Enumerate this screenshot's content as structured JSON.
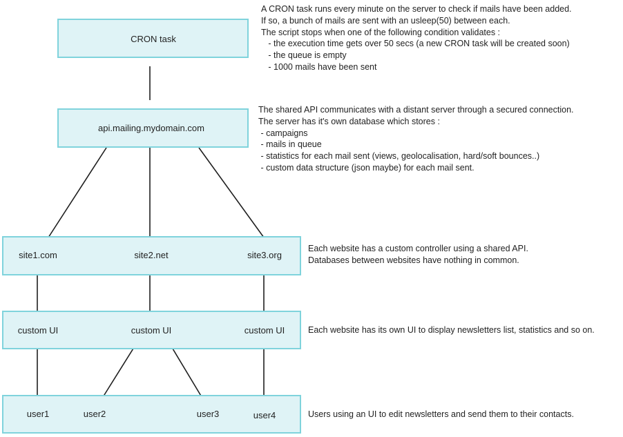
{
  "nodes": {
    "cron": "CRON task",
    "api": "api.mailing.mydomain.com",
    "site1": "site1.com",
    "site2": "site2.net",
    "site3": "site3.org",
    "ui1": "custom UI",
    "ui2": "custom UI",
    "ui3": "custom UI",
    "user1": "user1",
    "user2": "user2",
    "user3": "user3",
    "user4": "user4"
  },
  "notes": {
    "cron": [
      "A CRON task runs every minute on the server to check if mails have been added.",
      "If so, a bunch of mails are sent with an usleep(50)  between each.",
      "The script stops when one of the following condition validates :",
      "   - the execution time gets over 50 secs (a new CRON task will be created soon)",
      "   - the queue is empty",
      "   - 1000 mails have been sent"
    ],
    "api": [
      "The shared API communicates with a distant server through a secured connection.",
      "The server has it's own database which stores :",
      " - campaigns",
      " - mails in queue",
      " - statistics for each mail sent (views, geolocalisation, hard/soft bounces..)",
      " - custom data structure (json maybe) for each mail sent."
    ],
    "sites": [
      "Each website has a custom controller using a shared API.",
      "Databases between websites have nothing in common."
    ],
    "ui": [
      "Each website has its own UI to display newsletters list, statistics and so on."
    ],
    "users": [
      "Users using an UI to edit newsletters and send them to their contacts."
    ]
  }
}
